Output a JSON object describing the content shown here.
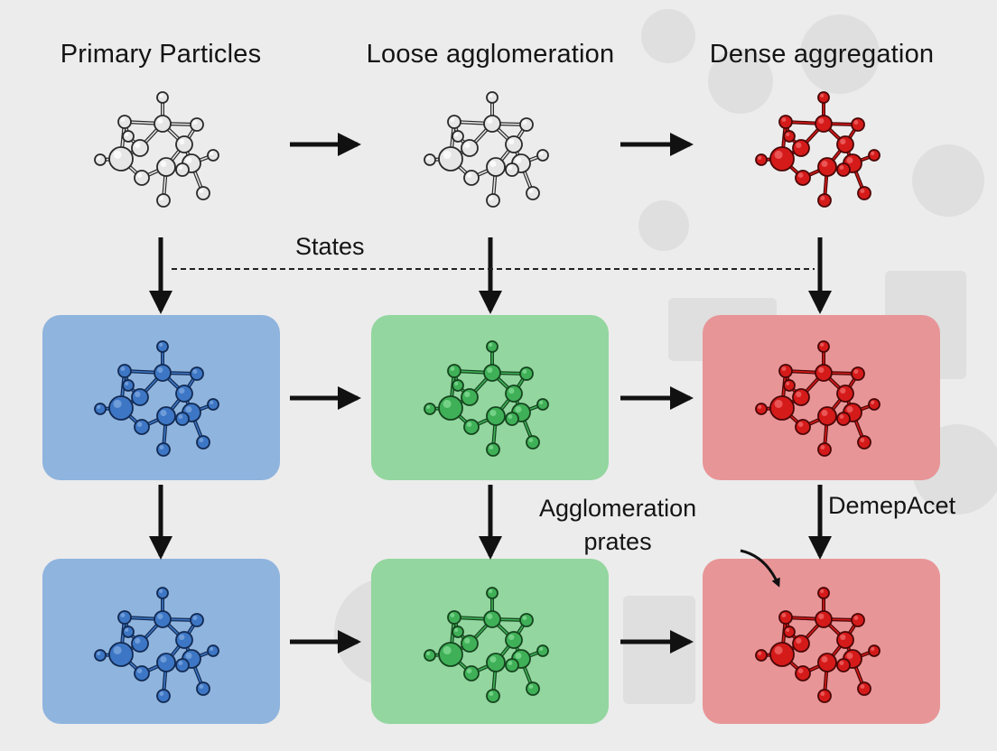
{
  "titles": {
    "primary": "Primary Particles",
    "loose": "Loose agglomeration",
    "dense": "Dense aggregation"
  },
  "labels": {
    "states": "States",
    "agglomeration_rates": "Agglomeration\nprates",
    "right_side": "DemepAcet"
  },
  "colors": {
    "background": "#ececec",
    "blue_panel": "#8fb4de",
    "green_panel": "#93d69f",
    "red_panel": "#e89597",
    "gray_atom": "#e4e4e4",
    "blue_atom": "#3d76c4",
    "green_atom": "#3fb057",
    "red_atom": "#d51a1a",
    "arrow": "#111111"
  },
  "molecules": [
    {
      "id": "top-primary",
      "style": "gray"
    },
    {
      "id": "top-loose",
      "style": "gray"
    },
    {
      "id": "top-dense",
      "style": "red"
    },
    {
      "id": "mid-blue",
      "style": "blue"
    },
    {
      "id": "mid-green",
      "style": "green"
    },
    {
      "id": "mid-red",
      "style": "red"
    },
    {
      "id": "bottom-blue",
      "style": "blue"
    },
    {
      "id": "bottom-green",
      "style": "green"
    },
    {
      "id": "bottom-red",
      "style": "red"
    }
  ]
}
